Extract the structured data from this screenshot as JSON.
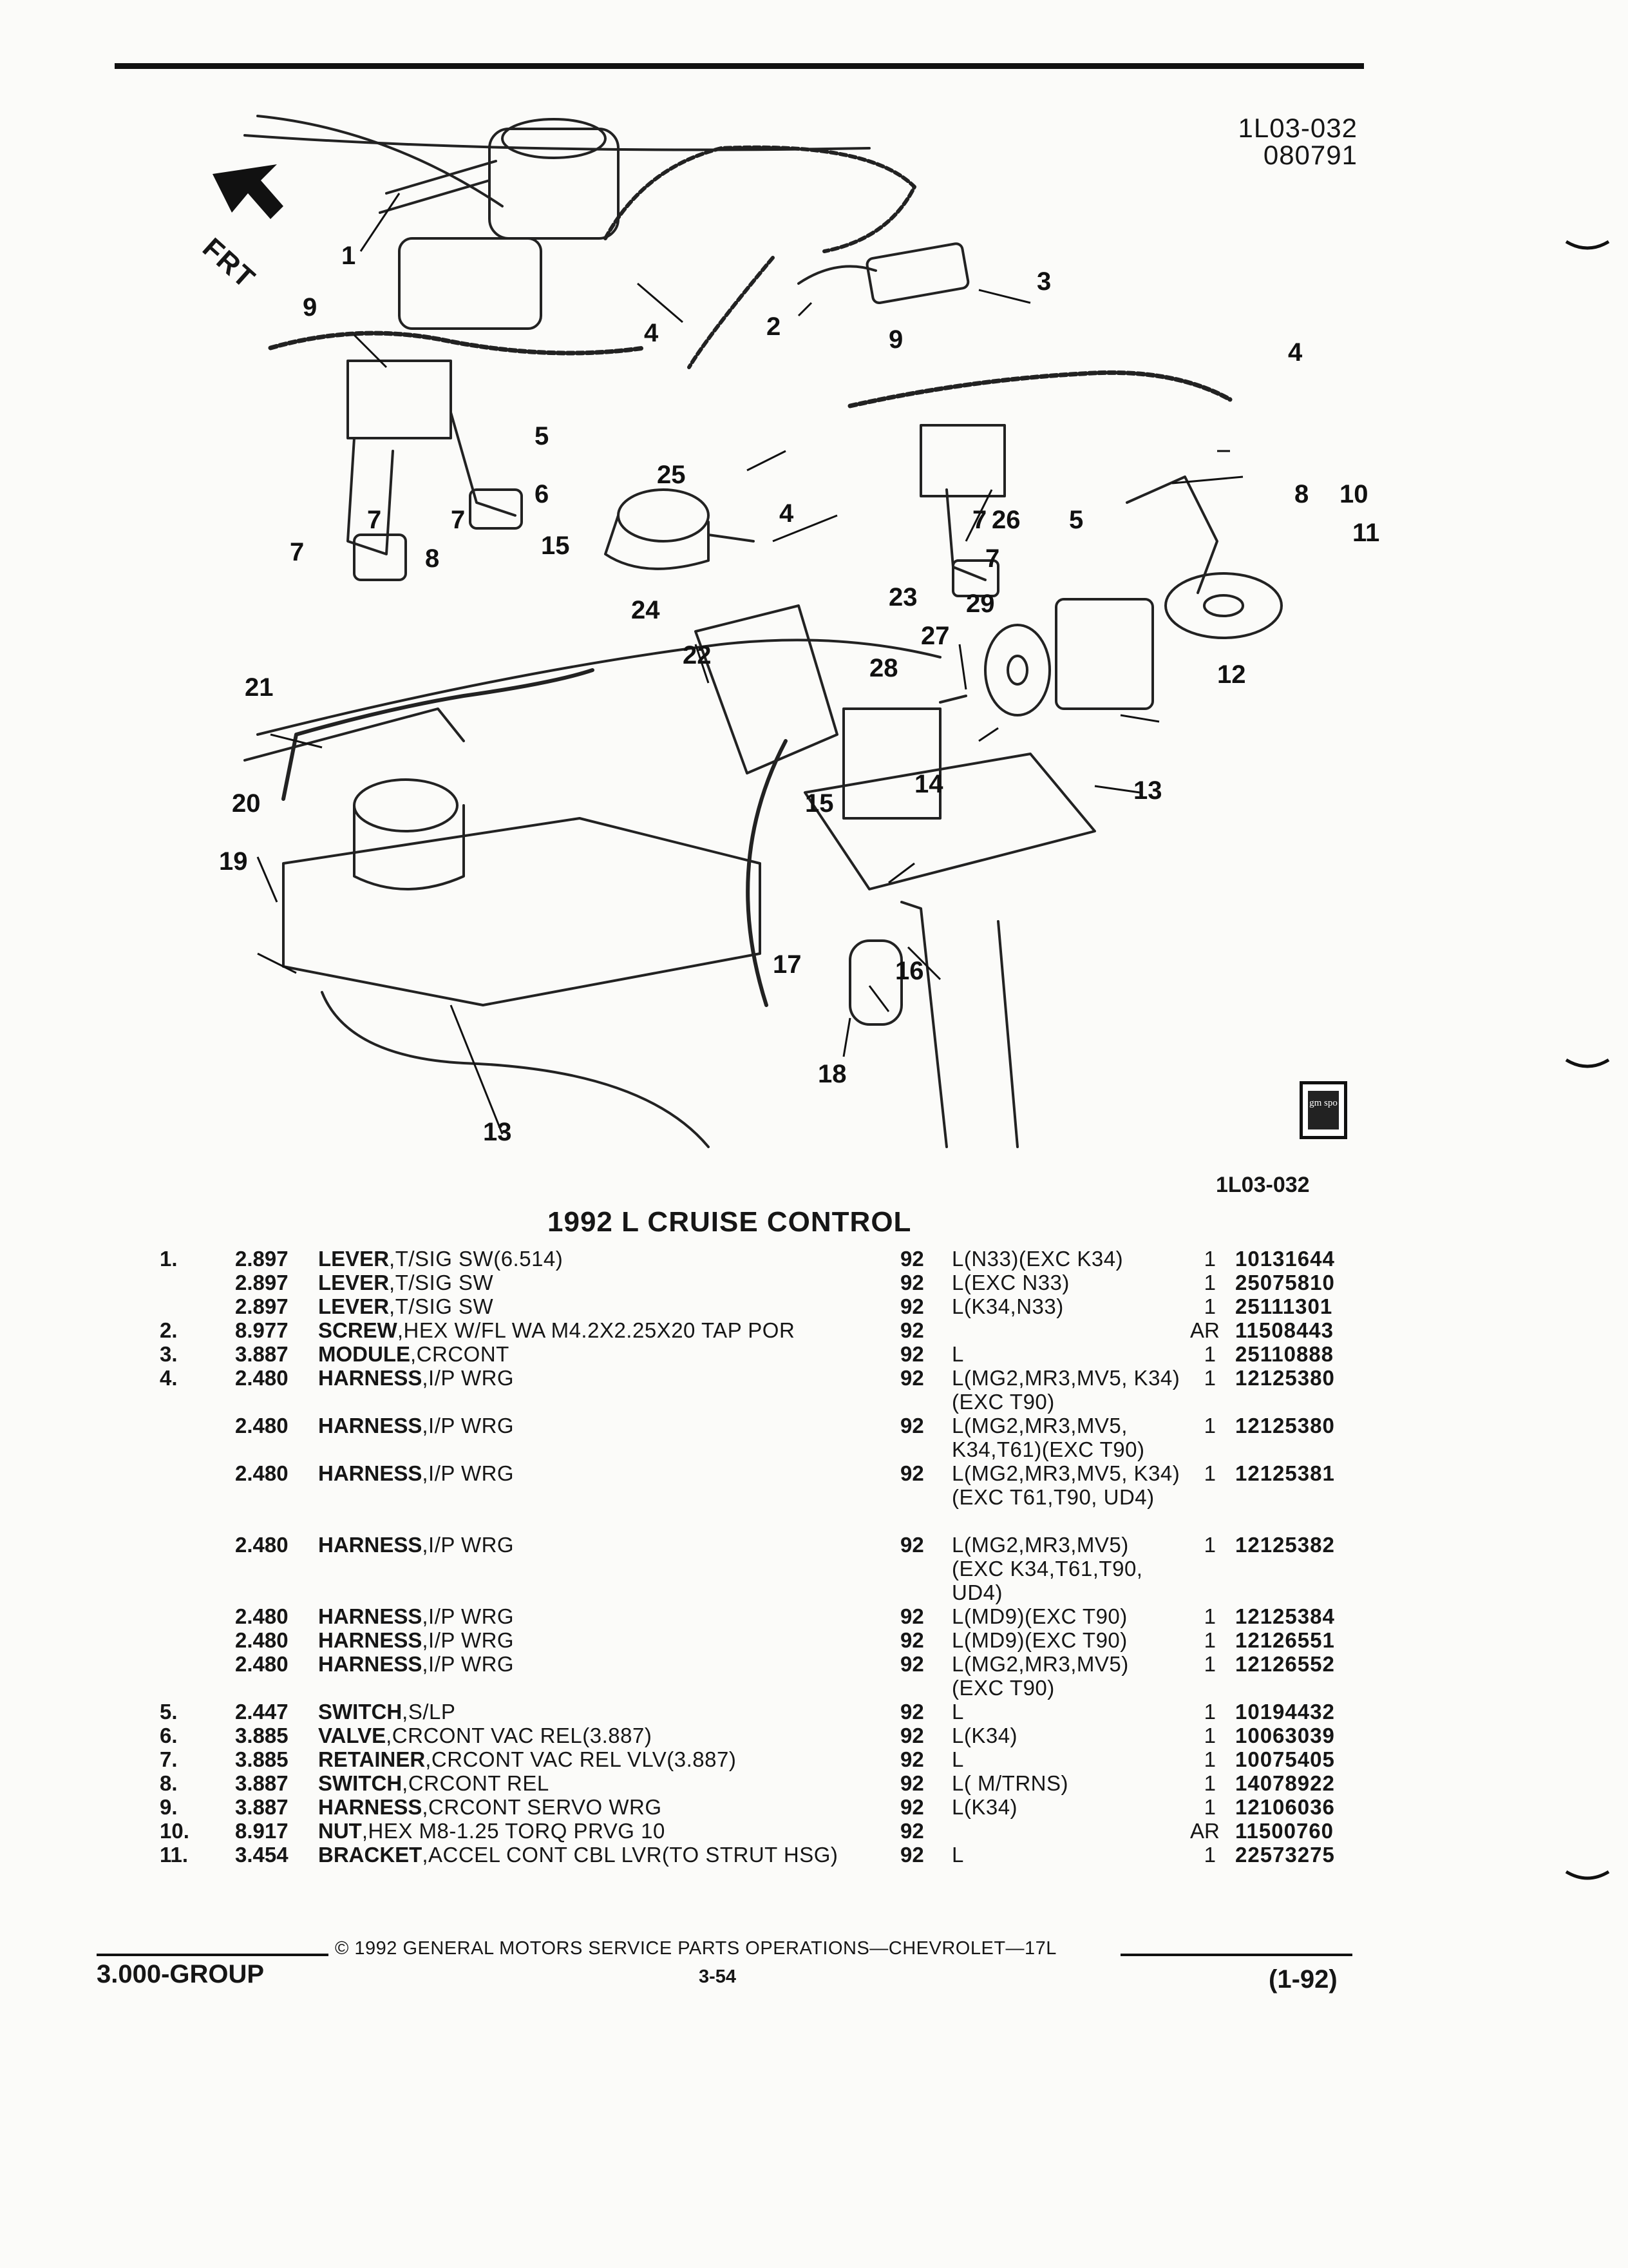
{
  "header": {
    "figure_code_line1": "1L03-032",
    "figure_code_line2": "080791",
    "front_label": "FRT"
  },
  "illustration": {
    "callouts": [
      "1",
      "2",
      "3",
      "4",
      "4",
      "4",
      "5",
      "5",
      "6",
      "7",
      "7",
      "7",
      "7",
      "7",
      "8",
      "8",
      "9",
      "9",
      "10",
      "11",
      "12",
      "13",
      "13",
      "14",
      "15",
      "15",
      "16",
      "17",
      "18",
      "19",
      "20",
      "21",
      "22",
      "23",
      "24",
      "25",
      "26",
      "27",
      "28",
      "29"
    ],
    "logo_text": "gm spo",
    "figure_id": "1L03-032"
  },
  "section_title": "1992 L CRUISE CONTROL",
  "parts": [
    {
      "n": "1.",
      "gp": "2.897",
      "name": "LEVER",
      "mod": ",T/SIG SW(6.514)",
      "yr": "92",
      "usage": "L(N33)(EXC K34)",
      "qty": "1",
      "pn": "10131644"
    },
    {
      "n": "",
      "gp": "2.897",
      "name": "LEVER",
      "mod": ",T/SIG SW",
      "yr": "92",
      "usage": "L(EXC N33)",
      "qty": "1",
      "pn": "25075810"
    },
    {
      "n": "",
      "gp": "2.897",
      "name": "LEVER",
      "mod": ",T/SIG SW",
      "yr": "92",
      "usage": "L(K34,N33)",
      "qty": "1",
      "pn": "25111301"
    },
    {
      "n": "2.",
      "gp": "8.977",
      "name": "SCREW",
      "mod": ",HEX W/FL WA M4.2X2.25X20 TAP POR",
      "yr": "92",
      "usage": "",
      "qty": "AR",
      "pn": "11508443"
    },
    {
      "n": "3.",
      "gp": "3.887",
      "name": "MODULE",
      "mod": ",CRCONT",
      "yr": "92",
      "usage": "L",
      "qty": "1",
      "pn": "25110888"
    },
    {
      "n": "4.",
      "gp": "2.480",
      "name": "HARNESS",
      "mod": ",I/P WRG",
      "yr": "92",
      "usage": "L(MG2,MR3,MV5, K34)(EXC T90)",
      "qty": "1",
      "pn": "12125380"
    },
    {
      "n": "",
      "gp": "2.480",
      "name": "HARNESS",
      "mod": ",I/P WRG",
      "yr": "92",
      "usage": "L(MG2,MR3,MV5, K34,T61)(EXC T90)",
      "qty": "1",
      "pn": "12125380"
    },
    {
      "n": "",
      "gp": "2.480",
      "name": "HARNESS",
      "mod": ",I/P WRG",
      "yr": "92",
      "usage": "L(MG2,MR3,MV5, K34)(EXC T61,T90, UD4)",
      "qty": "1",
      "pn": "12125381"
    },
    {
      "n": "",
      "gp": "2.480",
      "name": "HARNESS",
      "mod": ",I/P WRG",
      "yr": "92",
      "usage": "L(MG2,MR3,MV5) (EXC K34,T61,T90, UD4)",
      "qty": "1",
      "pn": "12125382"
    },
    {
      "n": "",
      "gp": "2.480",
      "name": "HARNESS",
      "mod": ",I/P WRG",
      "yr": "92",
      "usage": "L(MD9)(EXC T90)",
      "qty": "1",
      "pn": "12125384"
    },
    {
      "n": "",
      "gp": "2.480",
      "name": "HARNESS",
      "mod": ",I/P WRG",
      "yr": "92",
      "usage": "L(MD9)(EXC T90)",
      "qty": "1",
      "pn": "12126551"
    },
    {
      "n": "",
      "gp": "2.480",
      "name": "HARNESS",
      "mod": ",I/P WRG",
      "yr": "92",
      "usage": "L(MG2,MR3,MV5) (EXC T90)",
      "qty": "1",
      "pn": "12126552"
    },
    {
      "n": "5.",
      "gp": "2.447",
      "name": "SWITCH",
      "mod": ",S/LP",
      "yr": "92",
      "usage": "L",
      "qty": "1",
      "pn": "10194432"
    },
    {
      "n": "6.",
      "gp": "3.885",
      "name": "VALVE",
      "mod": ",CRCONT VAC REL(3.887)",
      "yr": "92",
      "usage": "L(K34)",
      "qty": "1",
      "pn": "10063039"
    },
    {
      "n": "7.",
      "gp": "3.885",
      "name": "RETAINER",
      "mod": ",CRCONT VAC REL VLV(3.887)",
      "yr": "92",
      "usage": "L",
      "qty": "1",
      "pn": "10075405"
    },
    {
      "n": "8.",
      "gp": "3.887",
      "name": "SWITCH",
      "mod": ",CRCONT REL",
      "yr": "92",
      "usage": "L( M/TRNS)",
      "qty": "1",
      "pn": "14078922"
    },
    {
      "n": "9.",
      "gp": "3.887",
      "name": "HARNESS",
      "mod": ",CRCONT SERVO WRG",
      "yr": "92",
      "usage": "L(K34)",
      "qty": "1",
      "pn": "12106036"
    },
    {
      "n": "10.",
      "gp": "8.917",
      "name": "NUT",
      "mod": ",HEX M8-1.25 TORQ PRVG 10",
      "yr": "92",
      "usage": "",
      "qty": "AR",
      "pn": "11500760"
    },
    {
      "n": "11.",
      "gp": "3.454",
      "name": "BRACKET",
      "mod": ",ACCEL CONT CBL LVR(TO STRUT HSG)",
      "yr": "92",
      "usage": "L",
      "qty": "1",
      "pn": "22573275"
    }
  ],
  "footer": {
    "copyright": "© 1992 GENERAL MOTORS SERVICE PARTS OPERATIONS—CHEVROLET—17L",
    "group": "3.000-GROUP",
    "page": "3-54",
    "date": "(1-92)"
  }
}
